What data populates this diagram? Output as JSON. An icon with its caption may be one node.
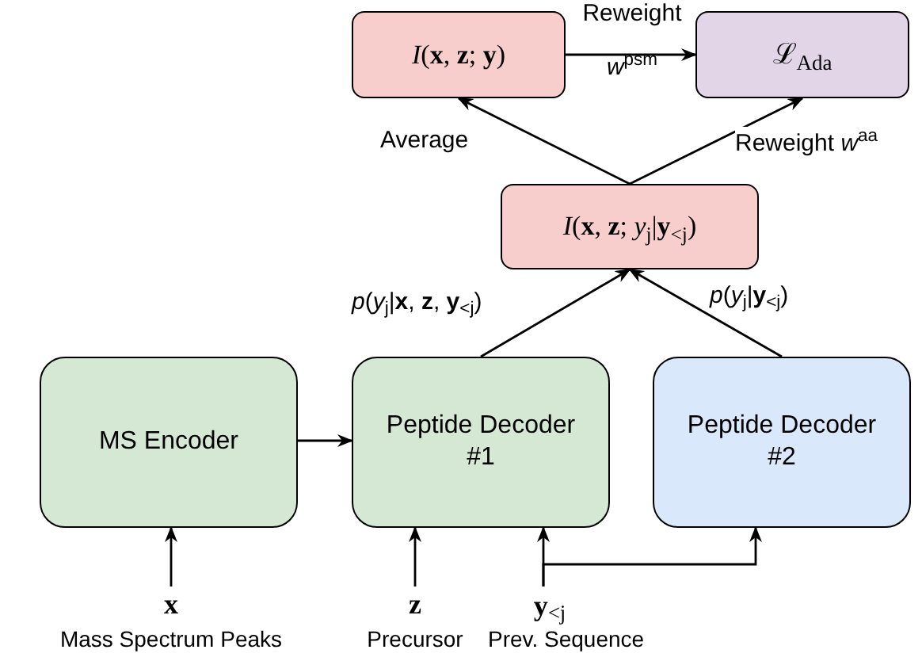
{
  "diagram": {
    "nodes": [
      {
        "text": [
          "*I*(**x**, **z**; **y**)"
        ]
      },
      {
        "text": [
          "ℒ$_{Ada}$"
        ]
      },
      {
        "text": [
          "*I*(**x**, **z**; *y*$_{j}$|**y**$_{<j}$)"
        ]
      },
      {
        "text": [
          "MS Encoder"
        ]
      },
      {
        "text": [
          "Peptide Decoder #1"
        ]
      },
      {
        "text": [
          "Peptide Decoder #2"
        ]
      },
      {
        "text": [
          "**x**"
        ],
        "beside": [
          "Mass Spectrum Peaks"
        ]
      },
      {
        "text": [
          "**z**"
        ],
        "beside": [
          "Precursor"
        ]
      },
      {
        "text": [
          "**y**$_{<j}$"
        ],
        "beside": [
          "Prev. Sequence"
        ]
      }
    ],
    "edges": [
      {
        "from": 0,
        "to": 1,
        "arrow": "to",
        "label": "Reweight *w*$^{psm}$"
      },
      {
        "from": 2,
        "to": 0,
        "arrow": "to",
        "label": "Average"
      },
      {
        "from": 2,
        "to": 1,
        "arrow": "to",
        "label": "Reweight *w*$^{aa}$"
      },
      {
        "from": 4,
        "to": 2,
        "arrow": "to",
        "label": "*p*(*y*$_{j}$|**x**, **z**, **y**$_{<j}$)"
      },
      {
        "from": 5,
        "to": 2,
        "arrow": "to",
        "label": "*p*(*y*$_{j}$|**y**$_{<j}$)"
      },
      {
        "from": 3,
        "to": 4,
        "arrow": "to"
      },
      {
        "from": 6,
        "to": 3,
        "arrow": "to"
      },
      {
        "from": 7,
        "to": 4,
        "arrow": "to"
      },
      {
        "from": 8,
        "to": 4,
        "arrow": "to"
      },
      {
        "from": 8,
        "to": 5,
        "arrow": "to"
      }
    ]
  }
}
